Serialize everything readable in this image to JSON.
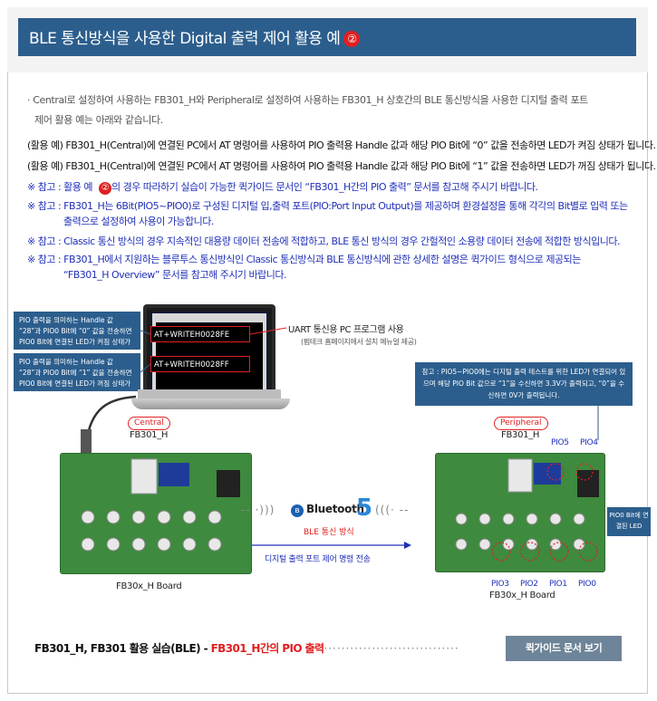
{
  "header": {
    "title": "BLE 통신방식을 사용한 Digital 출력 제어 활용 예",
    "badge": "②"
  },
  "intro": {
    "text_line1": "· Central로 설정하여 사용하는 FB301_H와 Peripheral로 설정하여 사용하는 FB301_H 상호간의 BLE 통신방식을 사용한 디지털 출력 포트",
    "text_line2": "제어 활용 예는 아래와 같습니다."
  },
  "examples": [
    "(활용 예) FB301_H(Central)에 연결된 PC에서 AT 명령어를 사용하여 PIO 출력용 Handle 값과 해당 PIO Bit에 “0” 값을 전송하면 LED가 켜짐 상태가 됩니다.",
    "(활용 예) FB301_H(Central)에 연결된 PC에서 AT 명령어를 사용하여 PIO 출력용 Handle 값과 해당 PIO Bit에 “1” 값을 전송하면 LED가 꺼짐 상태가 됩니다."
  ],
  "notes": [
    {
      "prefix": "※ 참고 : 활용 예 ",
      "mark": "②",
      "rest": "의 경우 따라하기 실습이 가능한 퀵가이드 문서인 “FB301_H간의 PIO 출력” 문서를 참고해 주시기 바랍니다."
    },
    {
      "line1": "※ 참고 : FB301_H는 6Bit(PIO5~PIO0)로 구성된 디지털 입,출력 포트(PIO:Port Input Output)를 제공하며 환경설정을 통해 각각의 Bit별로 입력 또는",
      "line2": "출력으로 설정하여 사용이 가능합니다."
    },
    {
      "line1": "※ 참고 : Classic 통신 방식의 경우 지속적인 대용량 데이터 전송에 적합하고, BLE 통신 방식의 경우 간헐적인 소용량 데이터 전송에 적합한 방식입니다."
    },
    {
      "line1": "※ 참고 : FB301_H에서 지원하는 블루투스 통신방식인 Classic 통신방식과 BLE 통신방식에 관한 상세한 설명은 퀵가이드 형식으로 제공되는",
      "line2": "“FB301_H Overview” 문서를 참고해 주시기 바랍니다."
    }
  ],
  "diagram": {
    "callout_on": "PIO 출력을 의미하는 Handle 값 “28”과 PIO0 Bit에 “0” 값을 전송하면 PIO0 Bit에 연결된 LED가 켜짐 상태가 됩니다.",
    "callout_off": "PIO 출력을 의미하는 Handle 값 “28”과 PIO0 Bit에 “1” 값을 전송하면 PIO0 Bit에 연결된 LED가 꺼짐 상태가 됩니다.",
    "cmd_on": "AT+WRITEH0028FE",
    "cmd_off": "AT+WRITEH0028FF",
    "uart_title": "UART 통신용 PC 프로그램 사용",
    "uart_sub": "(펌테크 홈페이지에서 설치 메뉴얼 제공)",
    "right_note": "참고 : PIO5~PIO0에는 디지털 출력 테스트를 위한 LED가 연결되어 있으며 해당 PIO Bit 값으로 “1”을 수신하면 3.3V가 출력되고, “0”을 수신하면 0V가 출력됩니다.",
    "central_tag": "Central",
    "central_name": "FB301_H",
    "peripheral_tag": "Peripheral",
    "peripheral_name": "FB301_H",
    "board_caption_left": "FB30x_H Board",
    "board_caption_right": "FB30x_H Board",
    "bluetooth_word": "Bluetooth",
    "bluetooth_version": "5",
    "ble_label": "BLE 통신 방식",
    "arrow_label": "디지털 출력 포트 제어 명령 전송",
    "pio_top": [
      "PIO5",
      "PIO4"
    ],
    "pio_bottom": [
      "PIO3",
      "PIO2",
      "PIO1",
      "PIO0"
    ],
    "led_callout": "PIO0 Bit에 연결된 LED"
  },
  "footer": {
    "lead": "FB301_H, FB301 활용 실습(BLE) - ",
    "highlight": "FB301_H간의 PIO 출력",
    "dots": "·······························",
    "button": "퀵가이드 문서 보기"
  },
  "colors": {
    "header_bar": "#2c5e8d",
    "note_blue": "#2030b8",
    "accent_red": "#e02020",
    "button_gray": "#6e8499",
    "pcb_green": "#3e8a3e"
  }
}
